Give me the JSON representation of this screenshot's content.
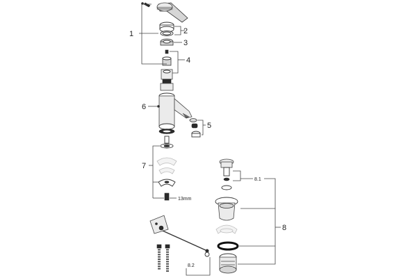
{
  "callouts": {
    "c1": "1",
    "c2": "2",
    "c3": "3",
    "c4": "4",
    "c5": "5",
    "c6": "6",
    "c7": "7",
    "c8": "8",
    "c8_1": "8.1",
    "c8_2": "8.2",
    "wrench_size": "13mm"
  }
}
